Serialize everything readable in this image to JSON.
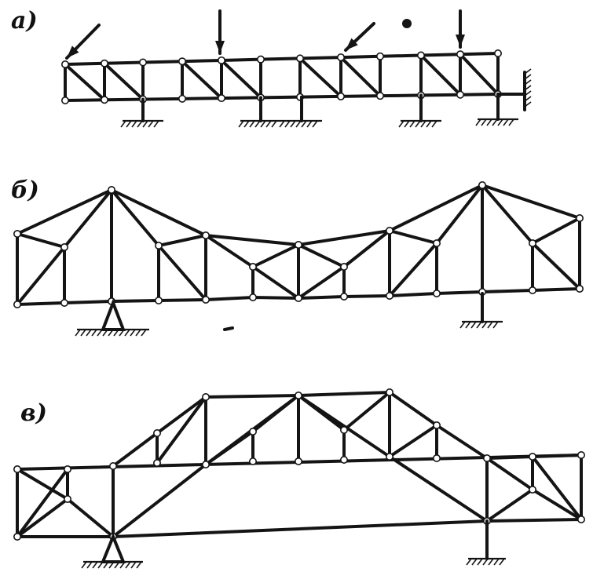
{
  "labels": {
    "a": "a)",
    "b": "б)",
    "c": "в)"
  }
}
